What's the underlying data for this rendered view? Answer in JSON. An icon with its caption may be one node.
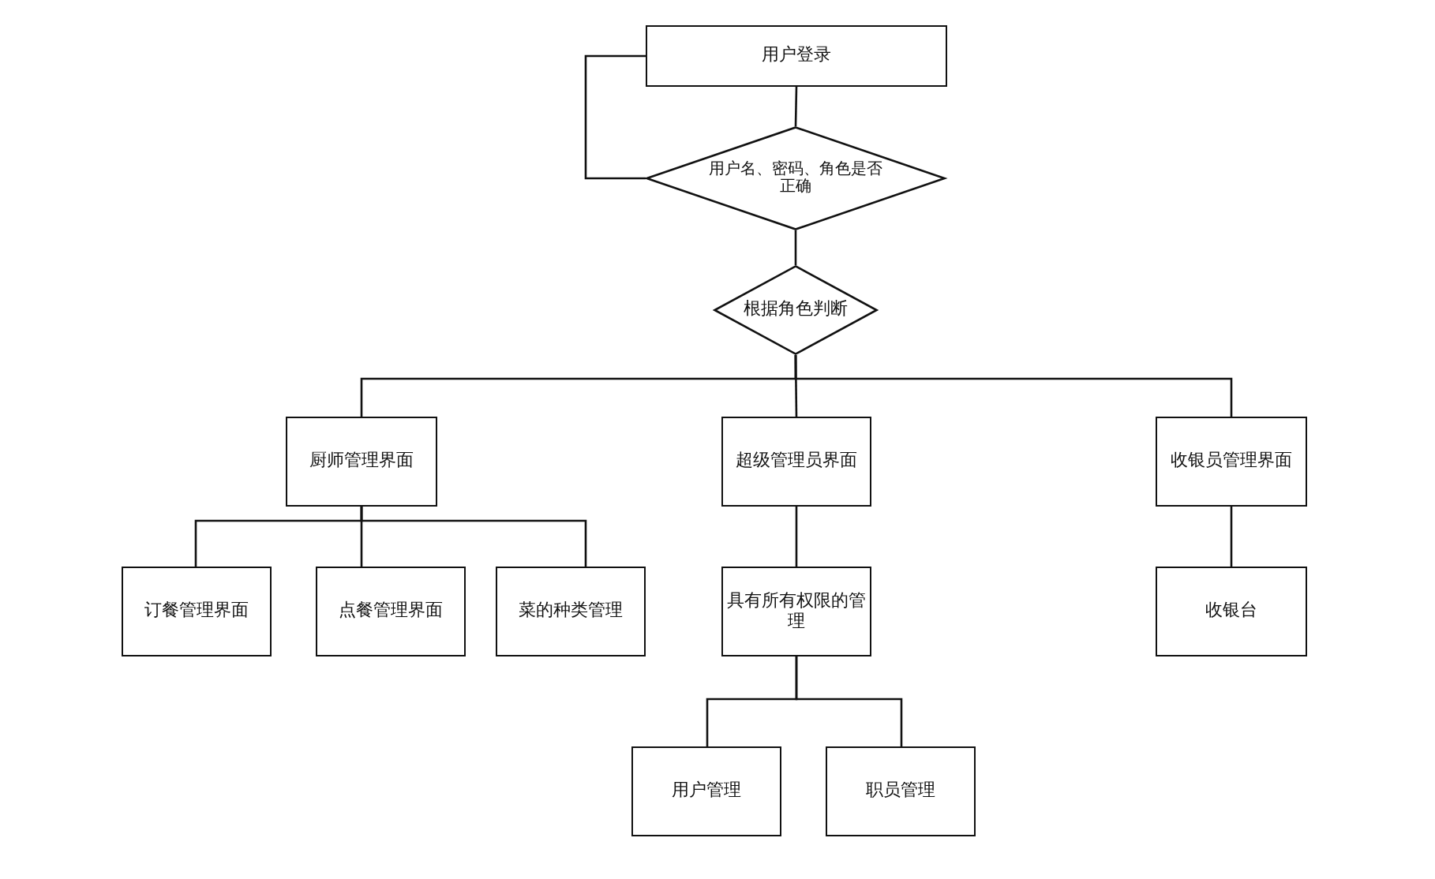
{
  "diagram": {
    "nodes": [
      {
        "text": [
          "用户登录"
        ]
      },
      {
        "text": [
          "用户名、密码、角色是否正确"
        ]
      },
      {
        "text": [
          "根据角色判断"
        ]
      },
      {
        "text": [
          "厨师管理界面"
        ]
      },
      {
        "text": [
          "超级管理员界面"
        ]
      },
      {
        "text": [
          "收银员管理界面"
        ]
      },
      {
        "text": [
          "订餐管理界面"
        ]
      },
      {
        "text": [
          "点餐管理界面"
        ]
      },
      {
        "text": [
          "菜的种类管理"
        ]
      },
      {
        "text": [
          "具有所有权限的管理"
        ]
      },
      {
        "text": [
          "收银台"
        ]
      },
      {
        "text": [
          "用户管理"
        ]
      },
      {
        "text": [
          "职员管理"
        ]
      }
    ],
    "edges": [
      {
        "from": 0,
        "to": 1,
        "arrow": "none"
      },
      {
        "from": 1,
        "to": 0,
        "arrow": "none"
      },
      {
        "from": 1,
        "to": 2,
        "arrow": "none"
      },
      {
        "from": 2,
        "to": 3,
        "arrow": "none"
      },
      {
        "from": 2,
        "to": 4,
        "arrow": "none"
      },
      {
        "from": 2,
        "to": 5,
        "arrow": "none"
      },
      {
        "from": 3,
        "to": 6,
        "arrow": "none"
      },
      {
        "from": 3,
        "to": 7,
        "arrow": "none"
      },
      {
        "from": 3,
        "to": 8,
        "arrow": "none"
      },
      {
        "from": 4,
        "to": 9,
        "arrow": "none"
      },
      {
        "from": 5,
        "to": 10,
        "arrow": "none"
      },
      {
        "from": 9,
        "to": 11,
        "arrow": "none"
      },
      {
        "from": 9,
        "to": 12,
        "arrow": "none"
      }
    ]
  }
}
